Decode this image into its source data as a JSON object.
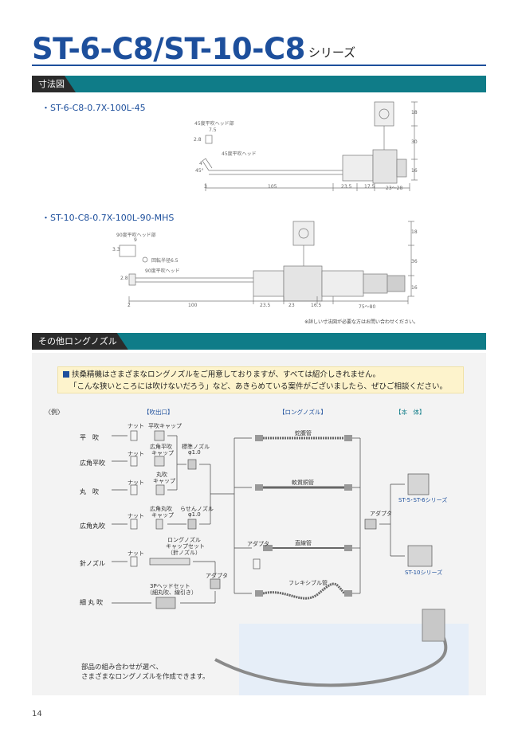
{
  "header": {
    "title": "ST-6-C8/ST-10-C8",
    "suffix": "シリーズ"
  },
  "sections": {
    "dimension": "寸法図",
    "other_nozzles": "その他ロングノズル"
  },
  "models": {
    "model_a": "・ST-6-C8-0.7X-100L-45",
    "model_b": "・ST-10-C8-0.7X-100L-90-MHS"
  },
  "drawing_a": {
    "head_label": "45度平吹ヘッド部",
    "head_label2": "45度平吹ヘッド",
    "d_75": "7.5",
    "d_28": "2.8",
    "d_45": "45°",
    "d_4": "4",
    "dims_bottom": [
      "3",
      "105",
      "23.5",
      "17.5",
      "23～28"
    ],
    "dims_right": [
      "18",
      "30",
      "16"
    ]
  },
  "drawing_b": {
    "head_label": "90度平吹ヘッド部",
    "angle_label": "回転半径6.5",
    "head_label2": "90度平吹ヘッド",
    "d_9": "9",
    "d_33": "3.3",
    "d_28": "2.8",
    "dims_bottom": [
      "2",
      "100",
      "23.5",
      "23",
      "16.5",
      "75～80"
    ],
    "dims_right": [
      "18",
      "36",
      "16"
    ]
  },
  "note": "※詳しい寸法図が必要な方はお問い合わせください。",
  "message": {
    "line1": "扶桑精機はさまざまなロングノズルをご用意しておりますが、すべては紹介しきれません。",
    "line2": "「こんな狭いところには吹けないだろう」など、あきらめている案件がございましたら、ぜひご相談ください。"
  },
  "diagram": {
    "example": "〈例〉",
    "col_outlet": "【吹出口】",
    "col_long": "【ロングノズル】",
    "col_body": "【本　体】",
    "rows": [
      "平　吹",
      "広角平吹",
      "丸　吹",
      "広角丸吹",
      "針ノズル",
      "細 丸 吹"
    ],
    "nut": "ナット",
    "cap_flat": "平吹キャップ",
    "cap_wide_flat_1": "広角平吹",
    "cap_wide_flat_2": "キャップ",
    "std_nozzle_1": "標準ノズル",
    "std_nozzle_2": "φ1.0",
    "cap_round_1": "丸吹",
    "cap_round_2": "キャップ",
    "cap_wide_round_1": "広角丸吹",
    "cap_wide_round_2": "キャップ",
    "spiral_1": "らせんノズル",
    "spiral_2": "φ1.0",
    "needle_1": "ロングノズル",
    "needle_2": "キャップセット",
    "needle_3": "（針ノズル）",
    "head3p_1": "3Pヘッドセット",
    "head3p_2": "（細丸吹、線引き）",
    "adapter": "アダプタ",
    "pipe_bellows": "蛇腹管",
    "pipe_soft": "軟質銅管",
    "pipe_straight": "直線管",
    "pipe_flex": "フレキシブル管",
    "body_st5": "ST-5･ST-6シリーズ",
    "body_st10": "ST-10シリーズ"
  },
  "caption": {
    "line1": "部品の組み合わせが選べ、",
    "line2": "さまざまなロングノズルを作成できます。"
  },
  "page_number": "14",
  "colors": {
    "brand_blue": "#1d4f9c",
    "band_teal": "#0f7c88",
    "band_dark": "#2b2b2b",
    "message_bg": "#fdf3cc"
  }
}
